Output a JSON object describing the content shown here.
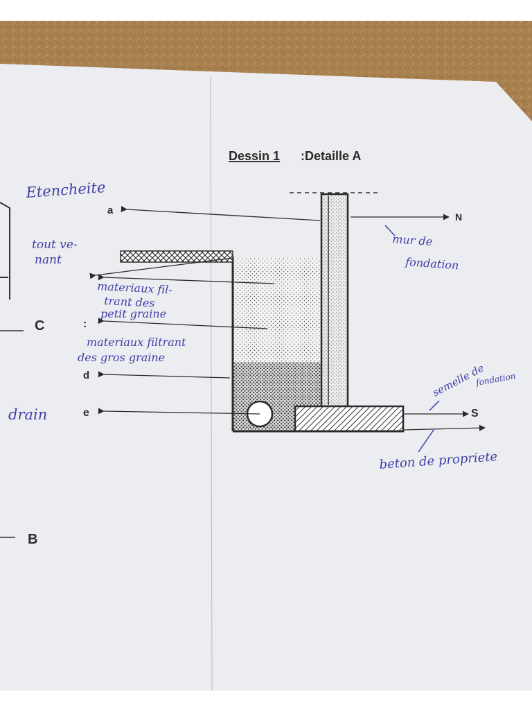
{
  "drawing": {
    "title_number": "Dessin 1",
    "title_rest": " :Detaille A"
  },
  "printed_labels": {
    "a": "a",
    "c_left": "C",
    "c_right": ":",
    "d": "d",
    "e": "e",
    "n": "N",
    "s": "S",
    "b": "B"
  },
  "annotations": {
    "etancheite": "Etencheite",
    "tout_venant_1": "tout ve-",
    "tout_venant_2": "nant",
    "mat_petit_1": "materiaux fil-",
    "mat_petit_2": "trant des",
    "mat_petit_3": "petit graine",
    "mat_gros_1": "materiaux filtrant",
    "mat_gros_2": "des gros graine",
    "drain": "drain",
    "mur_1": "mur de",
    "mur_2": "fondation",
    "semelle_1": "semelle de",
    "semelle_2": "fondation",
    "beton": "beton de propriete"
  },
  "colors": {
    "background": "#a8804f",
    "paper": "#ecedf0",
    "ink": "#2a2a2a",
    "pen": "#3d3fa8"
  }
}
